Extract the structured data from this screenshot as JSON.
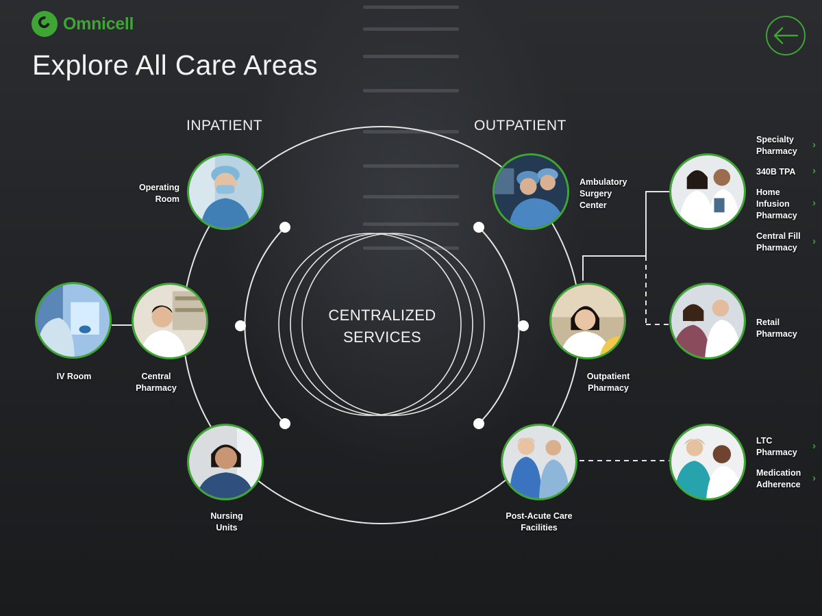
{
  "brand": {
    "name": "Omnicell",
    "color": "#3fa535"
  },
  "header": {
    "title": "Explore All Care Areas",
    "back_icon": "arrow-left-icon"
  },
  "sections": {
    "inpatient": "INPATIENT",
    "outpatient": "OUTPATIENT"
  },
  "center": {
    "line1": "CENTRALIZED",
    "line2": "SERVICES"
  },
  "inpatient_nodes": {
    "operating_room": "Operating\nRoom",
    "central_pharmacy": "Central\nPharmacy",
    "iv_room": "IV Room",
    "nursing_units": "Nursing\nUnits"
  },
  "outpatient_nodes": {
    "ambulatory_surgery": "Ambulatory\nSurgery\nCenter",
    "outpatient_pharmacy": "Outpatient\nPharmacy",
    "post_acute": "Post-Acute Care\nFacilities",
    "retail_pharmacy": "Retail Pharmacy"
  },
  "specialty_links": {
    "specialty_pharmacy": "Specialty\nPharmacy",
    "tpa_340b": "340B TPA",
    "home_infusion": "Home\nInfusion\nPharmacy",
    "central_fill": "Central Fill\nPharmacy"
  },
  "ltc_links": {
    "ltc_pharmacy": "LTC\nPharmacy",
    "medication_adherence": "Medication\nAdherence"
  },
  "chevron_glyph": "›"
}
